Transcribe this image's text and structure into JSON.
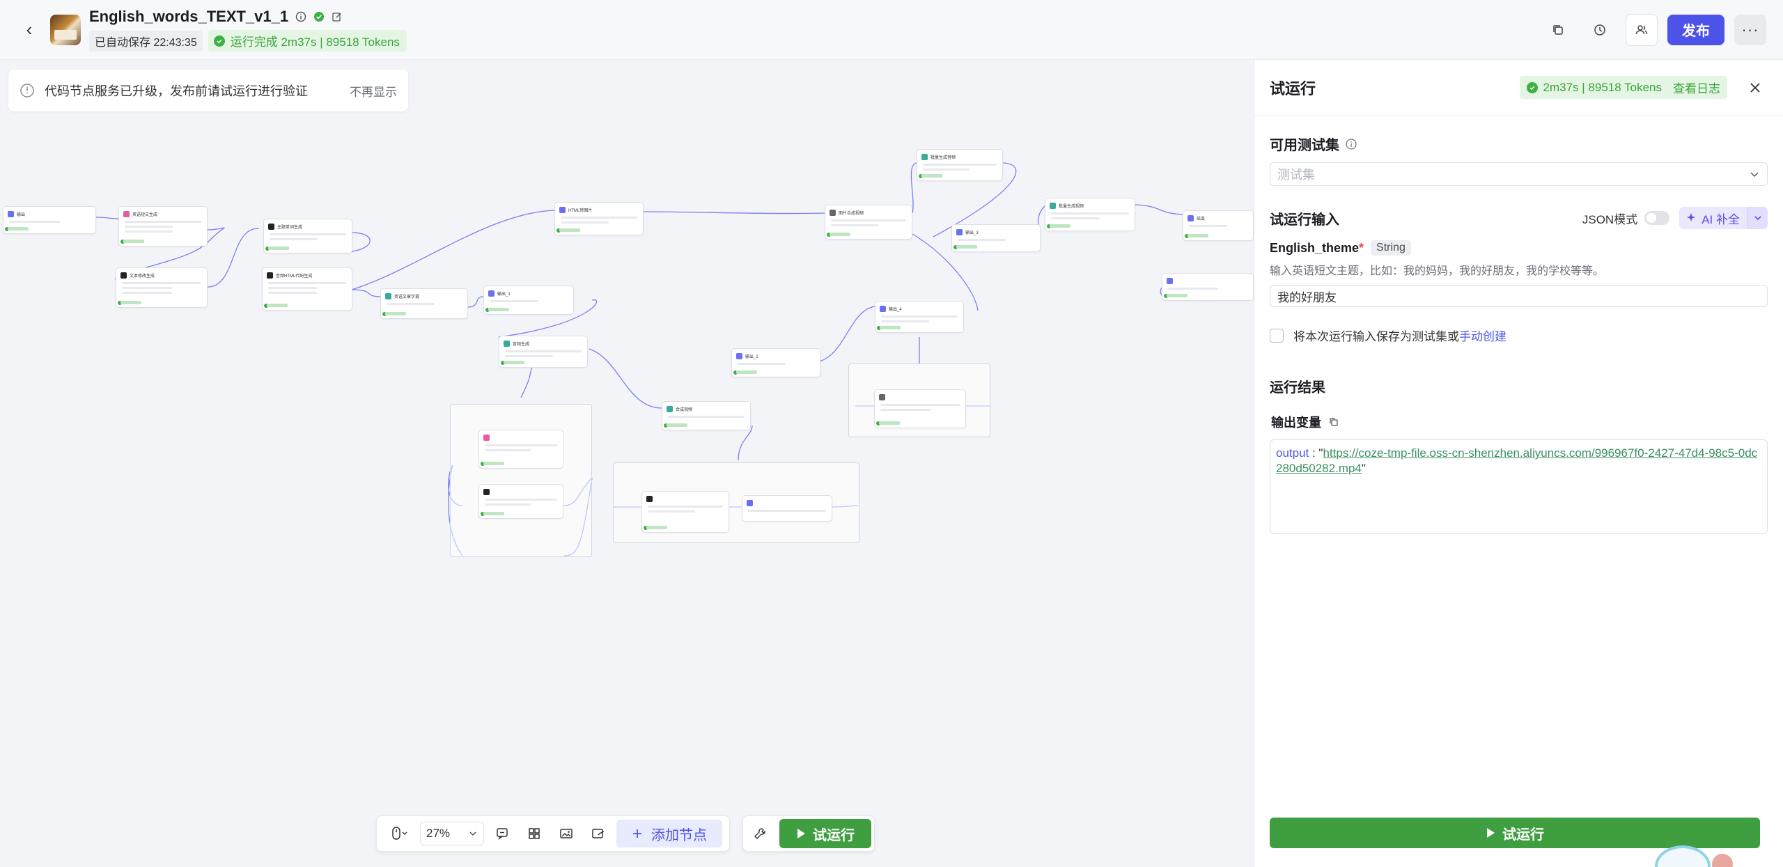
{
  "header": {
    "title": "English_words_TEXT_v1_1",
    "autosave": "已自动保存 22:43:35",
    "run_status": "运行完成 2m37s | 89518 Tokens",
    "publish_label": "发布",
    "more_label": "···"
  },
  "notice": {
    "text": "代码节点服务已升级，发布前请试运行进行验证",
    "dismiss": "不再显示"
  },
  "toolbar": {
    "zoom": "27%",
    "add_node": "添加节点",
    "run": "试运行"
  },
  "panel": {
    "title": "试运行",
    "badge": "2m37s | 89518 Tokens",
    "log_link": "查看日志",
    "testset_label": "可用测试集",
    "testset_placeholder": "测试集",
    "input_label": "试运行输入",
    "json_mode": "JSON模式",
    "ai_fill": "AI 补全",
    "param_name": "English_theme",
    "param_type": "String",
    "param_desc": "输入英语短文主题，比如：我的妈妈，我的好朋友，我的学校等等。",
    "param_value": "我的好朋友",
    "save_testset_text": "将本次运行输入保存为测试集或",
    "save_testset_link": "手动创建",
    "result_label": "运行结果",
    "output_var_label": "输出变量",
    "output_key": "output",
    "output_value": "https://coze-tmp-file.oss-cn-shenzhen.aliyuncs.com/996967f0-2427-47d4-98c5-0dc280d50282.mp4",
    "run_button": "试运行"
  },
  "nodes": [
    {
      "id": "n1",
      "title": "输出",
      "icon": "#6c6ff0"
    },
    {
      "id": "n2",
      "title": "英语短文生成",
      "icon": "#e85aa8"
    },
    {
      "id": "n3",
      "title": "文本修改生成",
      "icon": "#222"
    },
    {
      "id": "n4",
      "title": "主题单词生成",
      "icon": "#222"
    },
    {
      "id": "n5",
      "title": "音频HTML代码生成",
      "icon": "#222"
    },
    {
      "id": "n6",
      "title": "HTML转图片",
      "icon": "#6c6ff0"
    },
    {
      "id": "n7",
      "title": "英语文章字幕",
      "icon": "#3aaa9a"
    },
    {
      "id": "n8",
      "title": "输出_1",
      "icon": "#6c6ff0"
    },
    {
      "id": "n9",
      "title": "音频生成",
      "icon": "#3aaa9a"
    },
    {
      "id": "n10",
      "title": "图片合成视频",
      "icon": "#666"
    },
    {
      "id": "n11",
      "title": "批量生成音频",
      "icon": "#3aaa9a"
    },
    {
      "id": "n12",
      "title": "输出_2",
      "icon": "#6c6ff0"
    },
    {
      "id": "n13",
      "title": "合成视频",
      "icon": "#3aaa9a"
    },
    {
      "id": "n14",
      "title": "输出_3",
      "icon": "#6c6ff0"
    },
    {
      "id": "n15",
      "title": "批量生成视频",
      "icon": "#3aaa9a"
    },
    {
      "id": "n16",
      "title": "输出_4",
      "icon": "#6c6ff0"
    },
    {
      "id": "n17",
      "title": "结束",
      "icon": "#6c6ff0"
    }
  ],
  "colors": {
    "accent": "#4d53e8",
    "success": "#3cb043",
    "run_green": "#3f9e3f"
  }
}
